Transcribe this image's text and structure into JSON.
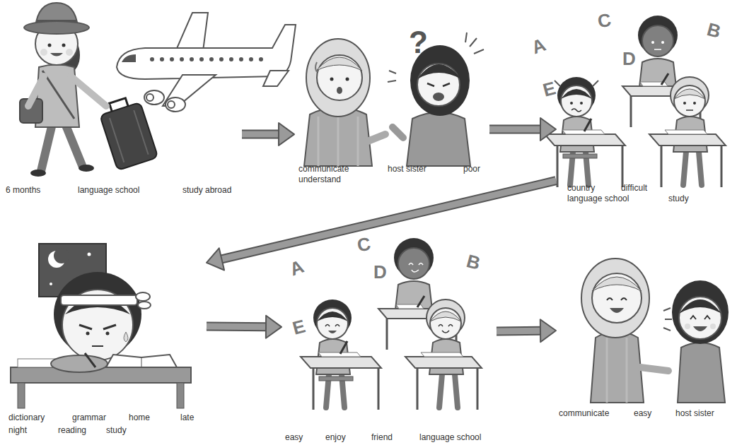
{
  "diagram": {
    "nodes": [
      {
        "text": [
          "6 months",
          "language school",
          "study abroad"
        ]
      },
      {
        "text": [
          "communicate",
          "host sister",
          "poor",
          "understand"
        ]
      },
      {
        "text": [
          "country",
          "difficult",
          "language school",
          "study"
        ]
      },
      {
        "text": [
          "dictionary",
          "grammar",
          "home",
          "late",
          "night",
          "reading",
          "study"
        ]
      },
      {
        "text": [
          "easy",
          "enjoy",
          "friend",
          "language school"
        ]
      },
      {
        "text": [
          "communicate",
          "easy",
          "host sister"
        ]
      }
    ],
    "edges": [
      {
        "from": 0,
        "to": 1,
        "arrow": "to"
      },
      {
        "from": 1,
        "to": 2,
        "arrow": "to"
      },
      {
        "from": 2,
        "to": 3,
        "arrow": "to"
      },
      {
        "from": 3,
        "to": 4,
        "arrow": "to"
      },
      {
        "from": 4,
        "to": 5,
        "arrow": "to"
      }
    ],
    "labels": [
      "?",
      "A",
      "C",
      "B",
      "D",
      "E",
      "A",
      "C",
      "B",
      "D",
      "E"
    ]
  }
}
